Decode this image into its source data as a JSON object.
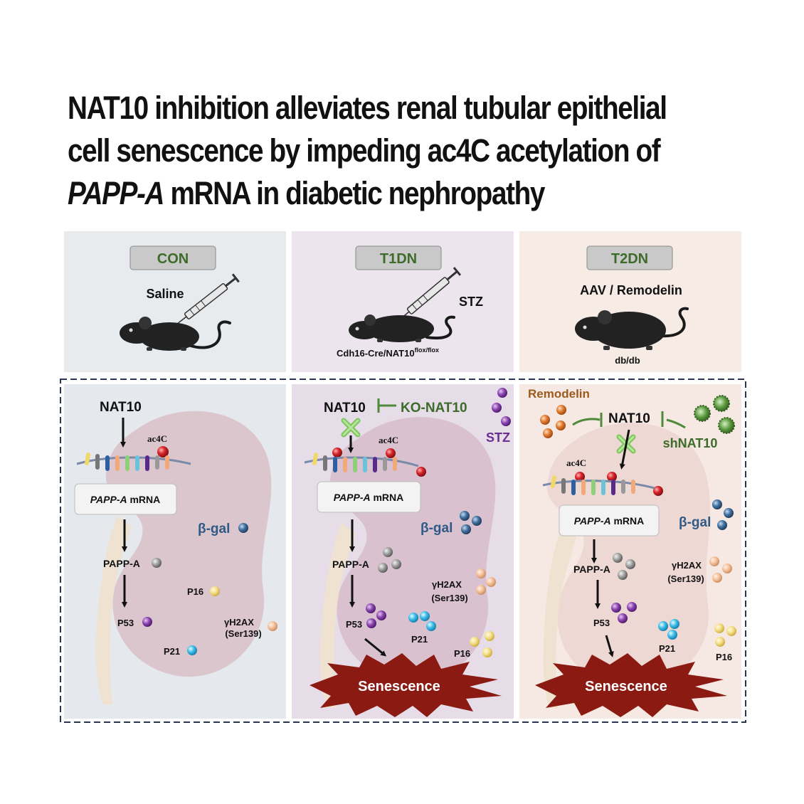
{
  "title": {
    "line1": "NAT10 inhibition alleviates renal tubular epithelial",
    "line2": "cell senescence by impeding ac4C acetylation of",
    "line3_italic": "PAPP-A",
    "line3_rest": " mRNA in diabetic nephropathy"
  },
  "panels": {
    "con": {
      "badge": "CON",
      "agent": "Saline",
      "nat10": "NAT10",
      "ac4c": "ac4C",
      "mrna_italic": "PAPP-A",
      "mrna_rest": " mRNA",
      "bgal": "β-gal",
      "pappa": "PAPP-A",
      "p16": "P16",
      "p53": "P53",
      "h2ax_1": "γH2AX",
      "h2ax_2": "(Ser139)",
      "p21": "P21"
    },
    "t1dn": {
      "badge": "T1DN",
      "agent": "STZ",
      "mouse_label_base": "Cdh16-Cre/NAT10",
      "mouse_label_sup": "flox/flox",
      "nat10": "NAT10",
      "ko": "KO-NAT10",
      "stz": "STZ",
      "ac4c": "ac4C",
      "mrna_italic": "PAPP-A",
      "mrna_rest": " mRNA",
      "bgal": "β-gal",
      "pappa": "PAPP-A",
      "h2ax_1": "γH2AX",
      "h2ax_2": "(Ser139)",
      "p53": "P53",
      "p21": "P21",
      "p16": "P16",
      "senescence": "Senescence"
    },
    "t2dn": {
      "badge": "T2DN",
      "agent": "AAV / Remodelin",
      "mouse_label": "db/db",
      "remodelin": "Remodelin",
      "nat10": "NAT10",
      "shnat10": "shNAT10",
      "ac4c": "ac4C",
      "mrna_italic": "PAPP-A",
      "mrna_rest": " mRNA",
      "bgal": "β-gal",
      "pappa": "PAPP-A",
      "h2ax_1": "γH2AX",
      "h2ax_2": "(Ser139)",
      "p53": "P53",
      "p21": "P21",
      "p16": "P16",
      "senescence": "Senescence"
    }
  },
  "colors": {
    "con_bg": "#e8ebee",
    "t1dn_bg": "#ece5ee",
    "t2dn_bg": "#f7ebe6",
    "badge_text": "#3d6b2a",
    "inhibit_green": "#4e8a3a",
    "bgal_blue": "#2f5a86",
    "stz_purple": "#6a2f8f",
    "remodelin_brown": "#9b5a1e",
    "senescence_red": "#8b1a12",
    "kidney": "#d9c0c8"
  }
}
